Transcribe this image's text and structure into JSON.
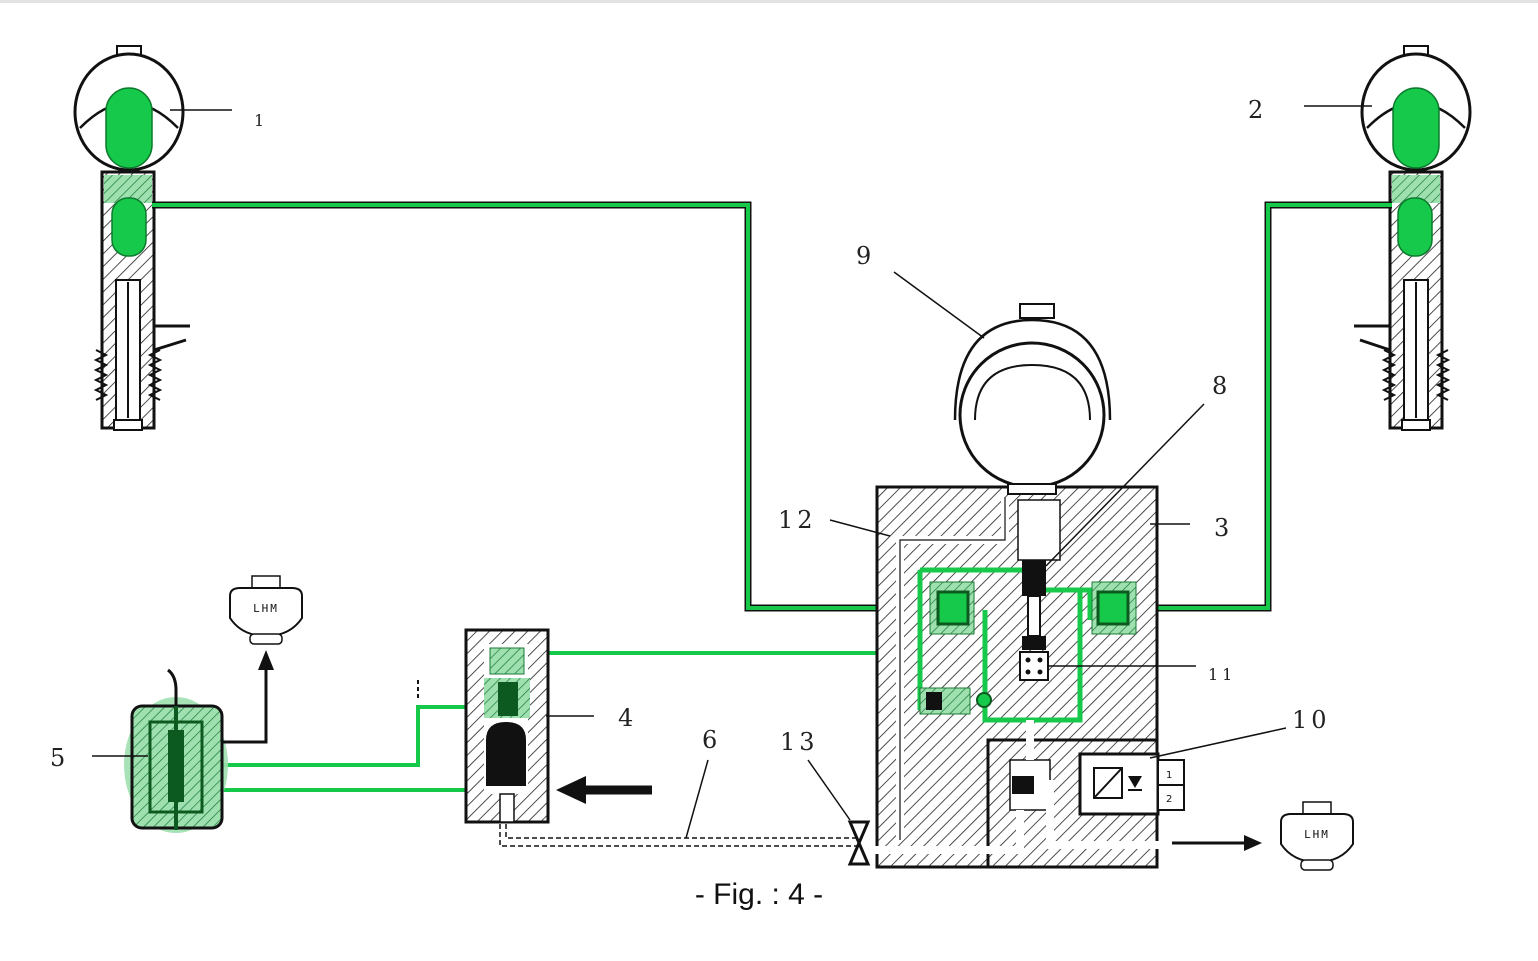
{
  "figure": {
    "caption": "- Fig. : 4 -",
    "accent_color": "#16c94a",
    "line_color": "#111111",
    "callouts": {
      "c1": "1",
      "c2": "2",
      "c3": "3",
      "c4": "4",
      "c5": "5",
      "c6": "6",
      "c8": "8",
      "c9": "9",
      "c10": "10",
      "c11": "11",
      "c12": "12",
      "c13": "13"
    },
    "reservoir_label": "LHM",
    "switch_terminals": [
      "1",
      "2"
    ]
  }
}
